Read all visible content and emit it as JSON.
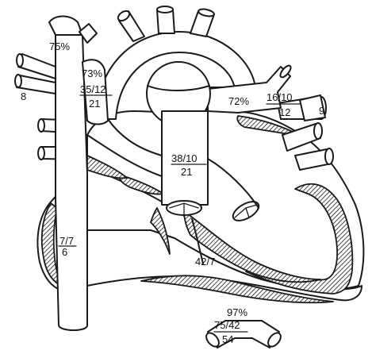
{
  "labels": {
    "svc_saturation": "75%",
    "pa_saturation": "73%",
    "pa_pressure_fraction": "35/12",
    "pa_pressure_mean": "21",
    "rpa_vessel": "8",
    "ao_saturation": "72%",
    "pv_pressure_fraction": "16/10",
    "pv_pressure_mean": "12",
    "pv_vessel": "9",
    "center_pressure_fraction": "38/10",
    "center_pressure_mean": "21",
    "ra_pressure_fraction": "7/7",
    "ra_pressure_mean": "6",
    "rv_pressure": "42/7",
    "lv_saturation": "97%",
    "lv_pressure_fraction": "75/42",
    "lv_pressure_mean": "54"
  },
  "colors": {
    "stroke": "#1a1a1a",
    "hatch": "#1a1a1a",
    "background": "#ffffff"
  }
}
